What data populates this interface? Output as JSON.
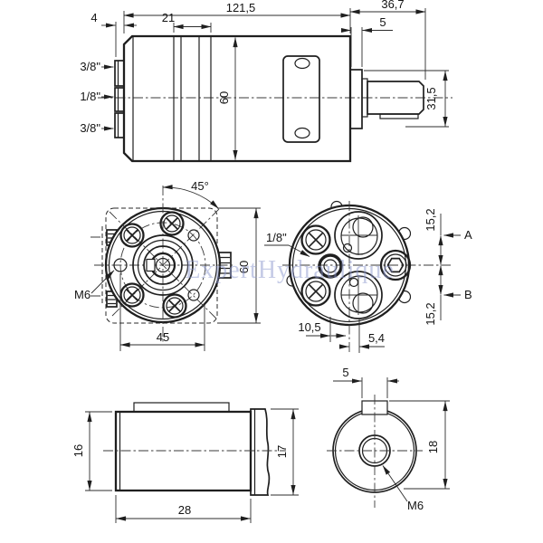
{
  "watermark": {
    "text": "ExpertHydraulique"
  },
  "colors": {
    "line": "#1f1f1f",
    "watermark": "#8d98cf"
  },
  "views": {
    "side_top": {
      "dims": {
        "overall_length": "121,5",
        "shaft_section_length": "36,7",
        "port_boss_depth": "4",
        "section_width": "21",
        "pilot_width": "5",
        "body_diameter": "60",
        "pilot_diameter": "31,5"
      },
      "port_labels": {
        "top": "3/8\"",
        "middle": "1/8\"",
        "bottom": "3/8\""
      }
    },
    "front": {
      "dims": {
        "bolt_angle": "45°",
        "flange_size": "60",
        "bolt_spacing": "45"
      },
      "labels": {
        "mount_thread": "M6"
      }
    },
    "rear": {
      "dims": {
        "port_a_offset": "15,2",
        "port_b_offset": "15,2",
        "drain_offset": "10,5",
        "port_axis_offset": "5,4"
      },
      "labels": {
        "drain_port": "1/8\"",
        "port_a": "A",
        "port_b": "B"
      }
    },
    "side_bottom": {
      "dims": {
        "left_diameter": "16",
        "length": "28",
        "right_diameter": "17"
      }
    },
    "end_bottom": {
      "dims": {
        "key_width": "5",
        "diameter": "18"
      },
      "labels": {
        "thread": "M6"
      }
    }
  }
}
